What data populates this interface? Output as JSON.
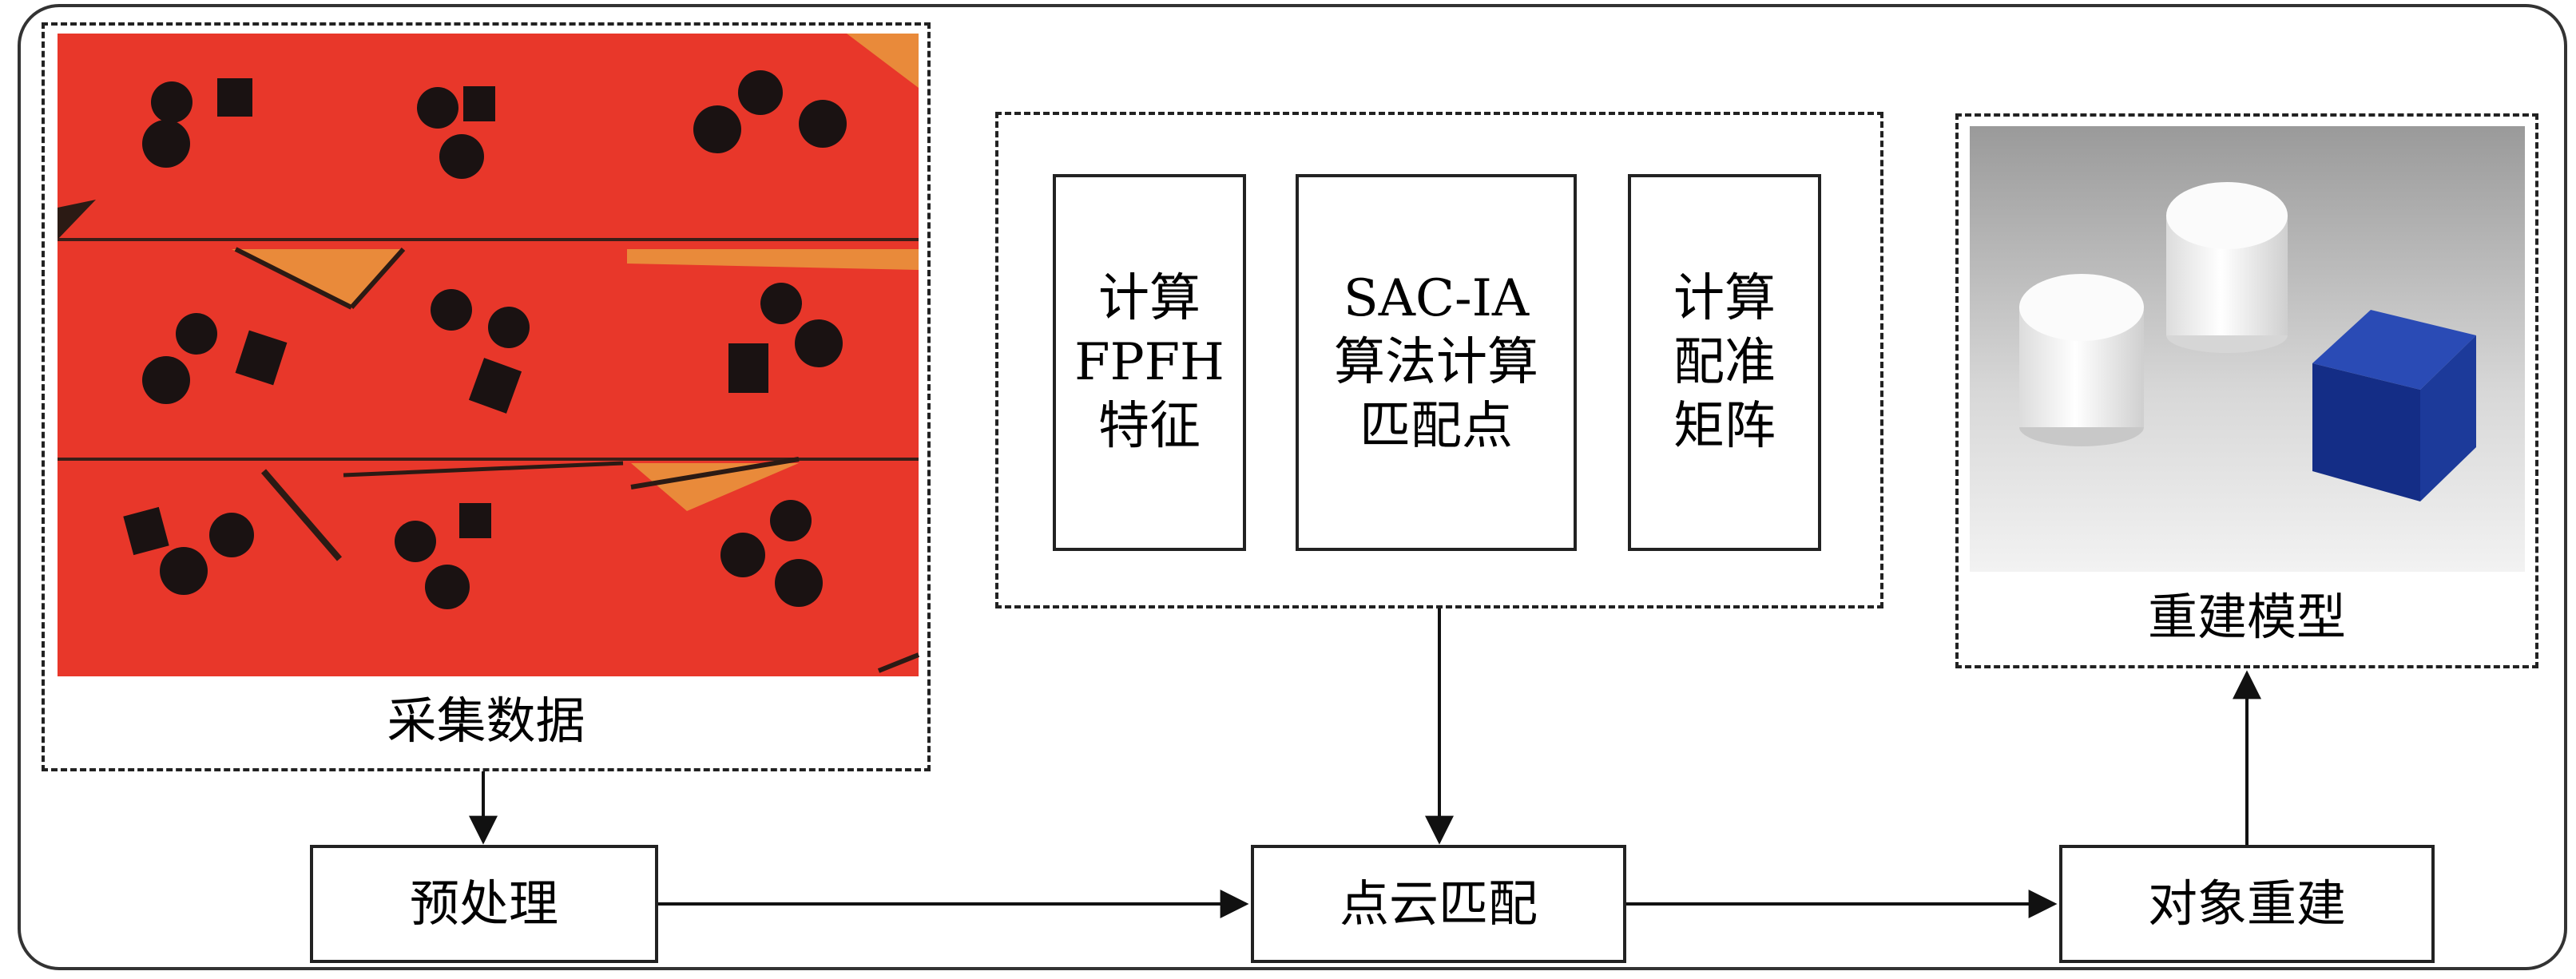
{
  "acquisition": {
    "label": "采集数据"
  },
  "matching_group": {
    "steps": [
      {
        "lines": [
          "计算",
          "FPFH",
          "特征"
        ]
      },
      {
        "lines": [
          "SAC-IA",
          "算法计算",
          "匹配点"
        ]
      },
      {
        "lines": [
          "计算",
          "配准",
          "矩阵"
        ]
      }
    ]
  },
  "reconstruction": {
    "label": "重建模型"
  },
  "flow": {
    "preprocess": "预处理",
    "point_cloud_matching": "点云匹配",
    "object_reconstruction": "对象重建"
  },
  "colors": {
    "point_cloud_red": "#e8372a",
    "cylinder_white": "#f4f4f4",
    "cube_blue": "#1c3a9a",
    "line": "#222222"
  }
}
